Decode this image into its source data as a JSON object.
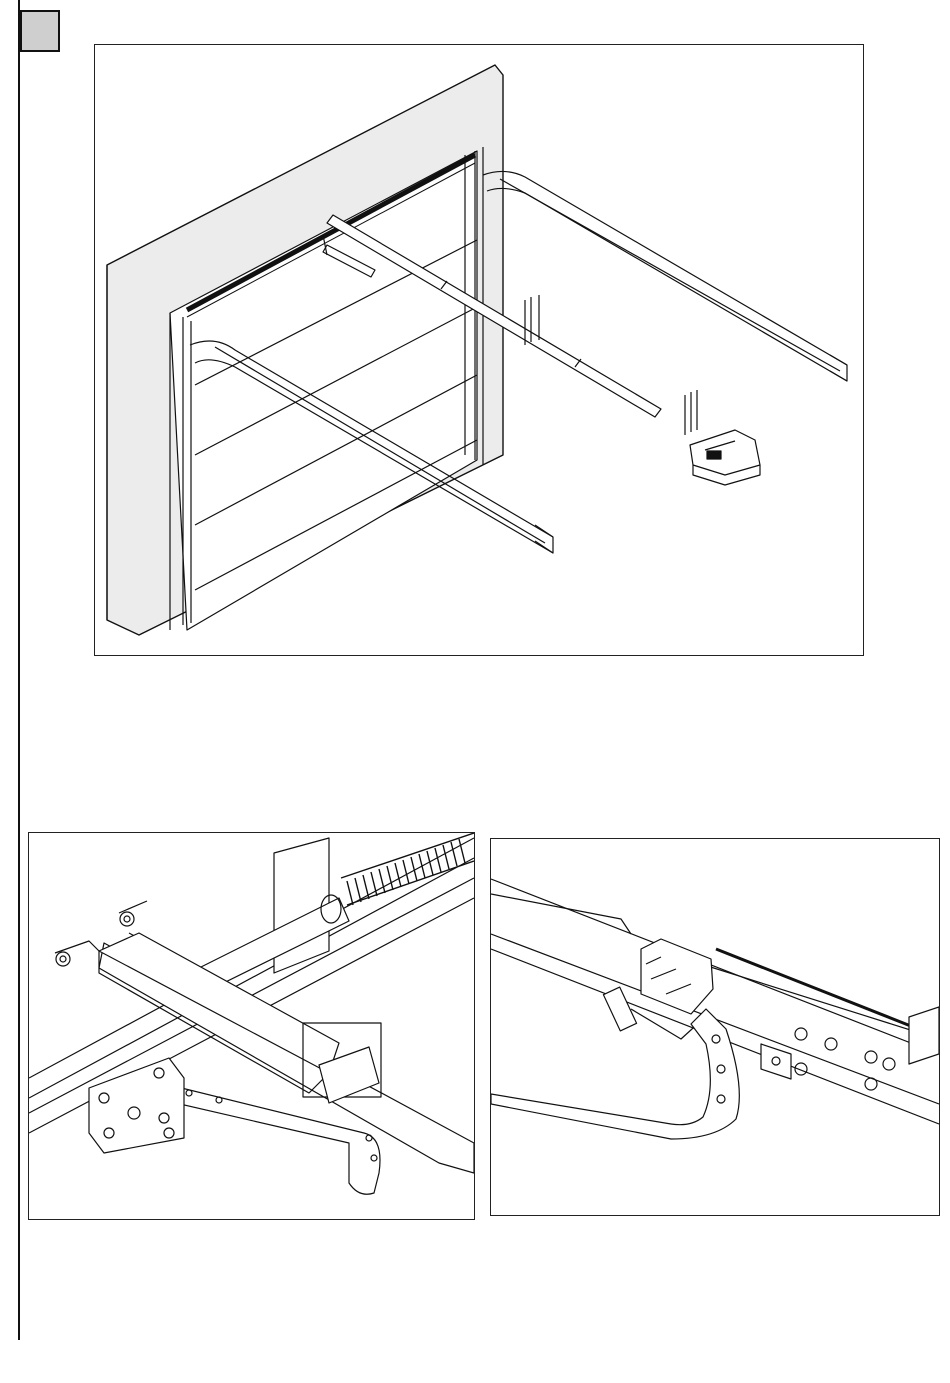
{
  "page": {
    "step_marker": {
      "label": ""
    },
    "figures": [
      {
        "id": "overview",
        "caption": ""
      },
      {
        "id": "detail-left",
        "caption": ""
      },
      {
        "id": "detail-right",
        "caption": ""
      }
    ],
    "colors": {
      "line": "#111111",
      "marker_fill": "#cfcfcf",
      "background": "#ffffff"
    }
  }
}
